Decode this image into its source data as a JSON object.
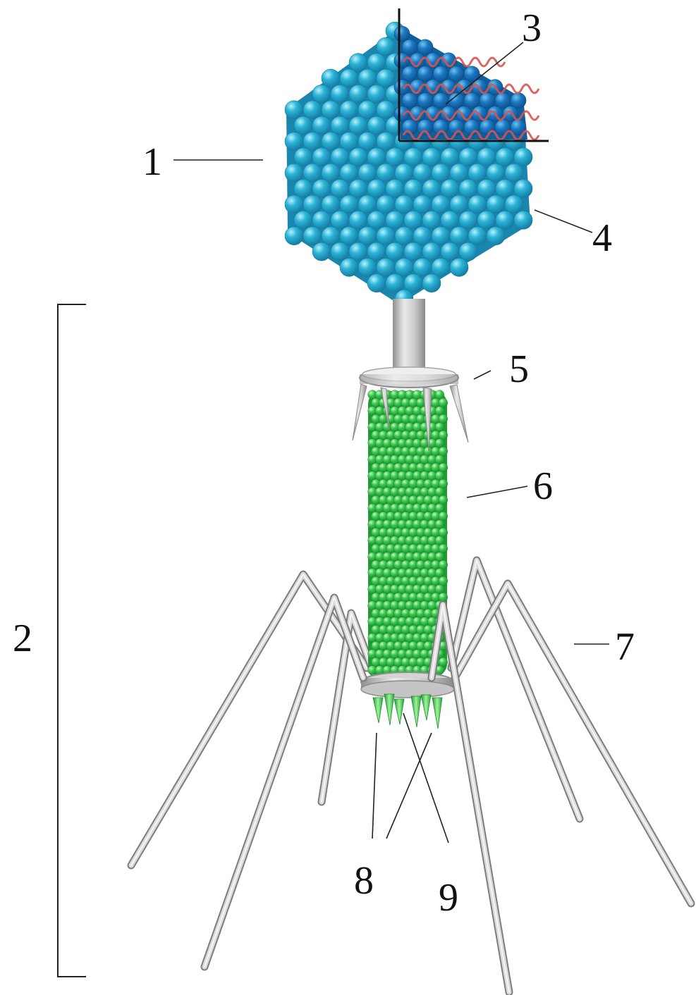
{
  "labels": [
    {
      "id": "1",
      "text": "1"
    },
    {
      "id": "2",
      "text": "2"
    },
    {
      "id": "3",
      "text": "3"
    },
    {
      "id": "4",
      "text": "4"
    },
    {
      "id": "5",
      "text": "5"
    },
    {
      "id": "6",
      "text": "6"
    },
    {
      "id": "7",
      "text": "7"
    },
    {
      "id": "8",
      "text": "8"
    },
    {
      "id": "9",
      "text": "9"
    }
  ],
  "colors": {
    "capsid": "#2bb4d6",
    "capsid_highlight": "#8fe6f7",
    "capsid_shadow": "#1580a6",
    "capsid_cutaway": "#1a6fb3",
    "nucleic_acid": "#d9534f",
    "sheath": "#3cc94f",
    "sheath_highlight": "#a9f0a8",
    "sheath_shadow": "#1f9a35",
    "collar_fibers": "#c8c8c8",
    "fiber_shadow": "#8c8c8c",
    "text": "#111111"
  }
}
